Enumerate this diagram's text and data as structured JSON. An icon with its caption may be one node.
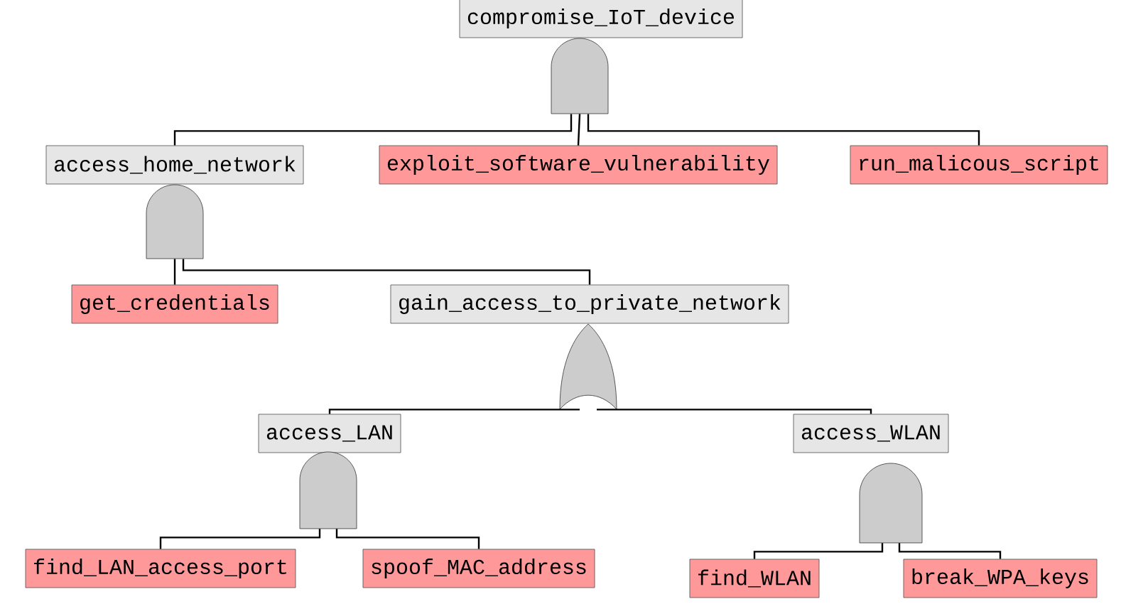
{
  "diagram": {
    "nodes": [
      {
        "text": [
          "compromise_IoT_device"
        ]
      },
      {
        "text": [],
        "shape": "and-gate"
      },
      {
        "text": [
          "access_home_network"
        ]
      },
      {
        "text": [
          "exploit_software_vulnerability"
        ]
      },
      {
        "text": [
          "run_malicous_script"
        ]
      },
      {
        "text": [],
        "shape": "and-gate"
      },
      {
        "text": [
          "get_credentials"
        ]
      },
      {
        "text": [
          "gain_access_to_private_network"
        ]
      },
      {
        "text": [],
        "shape": "or-gate"
      },
      {
        "text": [
          "access_LAN"
        ]
      },
      {
        "text": [
          "access_WLAN"
        ]
      },
      {
        "text": [],
        "shape": "and-gate"
      },
      {
        "text": [],
        "shape": "and-gate"
      },
      {
        "text": [
          "find_LAN_access_port"
        ]
      },
      {
        "text": [
          "spoof_MAC_address"
        ]
      },
      {
        "text": [
          "find_WLAN"
        ]
      },
      {
        "text": [
          "break_WPA_keys"
        ]
      }
    ],
    "edges": [
      {
        "from": 1,
        "to": 2,
        "arrow": "none"
      },
      {
        "from": 1,
        "to": 3,
        "arrow": "none"
      },
      {
        "from": 1,
        "to": 4,
        "arrow": "none"
      },
      {
        "from": 5,
        "to": 6,
        "arrow": "none"
      },
      {
        "from": 5,
        "to": 7,
        "arrow": "none"
      },
      {
        "from": 8,
        "to": 9,
        "arrow": "none"
      },
      {
        "from": 8,
        "to": 10,
        "arrow": "none"
      },
      {
        "from": 11,
        "to": 13,
        "arrow": "none"
      },
      {
        "from": 11,
        "to": 14,
        "arrow": "none"
      },
      {
        "from": 12,
        "to": 15,
        "arrow": "none"
      },
      {
        "from": 12,
        "to": 16,
        "arrow": "none"
      }
    ]
  }
}
